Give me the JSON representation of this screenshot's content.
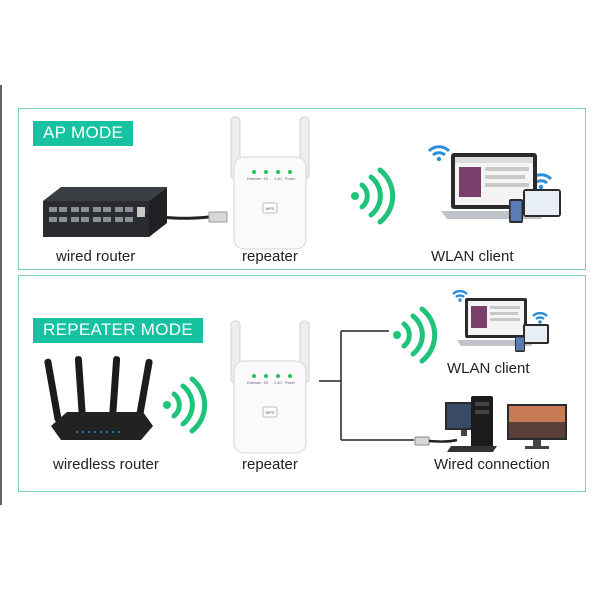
{
  "ap_mode": {
    "badge": "AP MODE",
    "source_label": "wired router",
    "repeater_label": "repeater",
    "client_label": "WLAN client"
  },
  "repeater_mode": {
    "badge": "REPEATER MODE",
    "source_label": "wiredless router",
    "repeater_label": "repeater",
    "client_label": "WLAN client",
    "wired_label": "Wired connection"
  },
  "repeater_device": {
    "led_labels": [
      "Extender",
      "5G",
      "2.4G",
      "Power"
    ],
    "button_label": "WPS"
  },
  "colors": {
    "accent": "#16c2a0",
    "wifi_green": "#1fc47a",
    "wifi_blue": "#2e8fd8",
    "panel_border": "#7ccfc0"
  }
}
